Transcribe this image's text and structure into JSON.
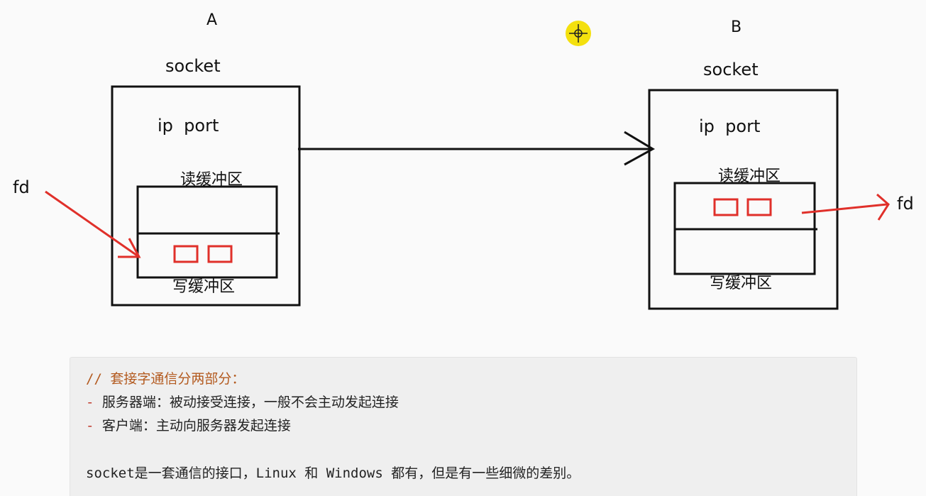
{
  "diagram": {
    "host_a": {
      "label": "A",
      "socket_label": "socket",
      "address_label": "ip  port",
      "read_buffer_label": "读缓冲区",
      "write_buffer_label": "写缓冲区",
      "fd_label": "fd"
    },
    "host_b": {
      "label": "B",
      "socket_label": "socket",
      "address_label": "ip  port",
      "read_buffer_label": "读缓冲区",
      "write_buffer_label": "写缓冲区",
      "fd_label": "fd"
    },
    "colors": {
      "ink": "#111111",
      "annotation": "#e0302a",
      "pointer": "#f4e00e"
    }
  },
  "code_block": {
    "comment": "// 套接字通信分两部分：",
    "items": [
      {
        "marker": "-",
        "text": " 服务器端：被动接受连接，一般不会主动发起连接"
      },
      {
        "marker": "-",
        "text": " 客户端：主动向服务器发起连接"
      }
    ],
    "note": "socket是一套通信的接口，Linux 和 Windows 都有，但是有一些细微的差别。"
  }
}
